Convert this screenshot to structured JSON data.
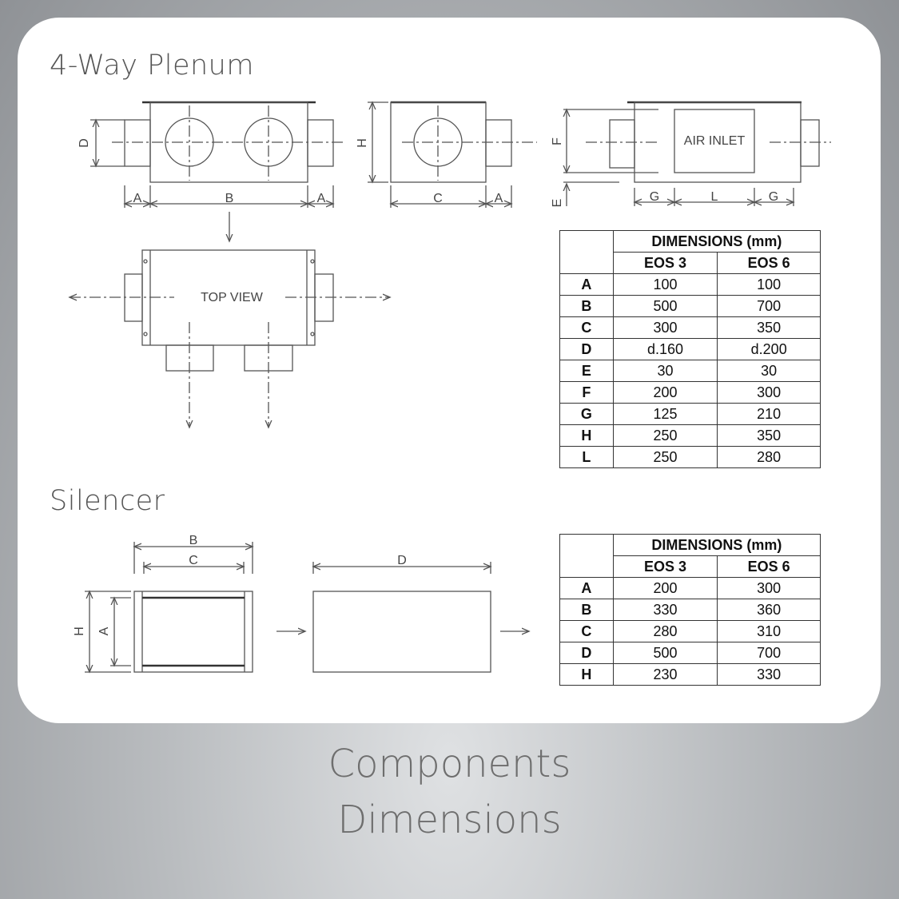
{
  "plenum": {
    "title": "4-Way Plenum",
    "labels": {
      "A": "A",
      "B": "B",
      "C": "C",
      "D": "D",
      "E": "E",
      "F": "F",
      "G": "G",
      "H": "H",
      "L": "L",
      "air_inlet": "AIR INLET",
      "top_view": "TOP VIEW"
    },
    "table": {
      "header": "DIMENSIONS (mm)",
      "columns": [
        "EOS 3",
        "EOS 6"
      ],
      "rows": [
        {
          "key": "A",
          "eos3": "100",
          "eos6": "100"
        },
        {
          "key": "B",
          "eos3": "500",
          "eos6": "700"
        },
        {
          "key": "C",
          "eos3": "300",
          "eos6": "350"
        },
        {
          "key": "D",
          "eos3": "d.160",
          "eos6": "d.200"
        },
        {
          "key": "E",
          "eos3": "30",
          "eos6": "30"
        },
        {
          "key": "F",
          "eos3": "200",
          "eos6": "300"
        },
        {
          "key": "G",
          "eos3": "125",
          "eos6": "210"
        },
        {
          "key": "H",
          "eos3": "250",
          "eos6": "350"
        },
        {
          "key": "L",
          "eos3": "250",
          "eos6": "280"
        }
      ]
    }
  },
  "silencer": {
    "title": "Silencer",
    "labels": {
      "A": "A",
      "B": "B",
      "C": "C",
      "D": "D",
      "H": "H"
    },
    "table": {
      "header": "DIMENSIONS (mm)",
      "columns": [
        "EOS 3",
        "EOS 6"
      ],
      "rows": [
        {
          "key": "A",
          "eos3": "200",
          "eos6": "300"
        },
        {
          "key": "B",
          "eos3": "330",
          "eos6": "360"
        },
        {
          "key": "C",
          "eos3": "280",
          "eos6": "310"
        },
        {
          "key": "D",
          "eos3": "500",
          "eos6": "700"
        },
        {
          "key": "H",
          "eos3": "230",
          "eos6": "330"
        }
      ]
    }
  },
  "footer": {
    "line1": "Components",
    "line2": "Dimensions"
  }
}
